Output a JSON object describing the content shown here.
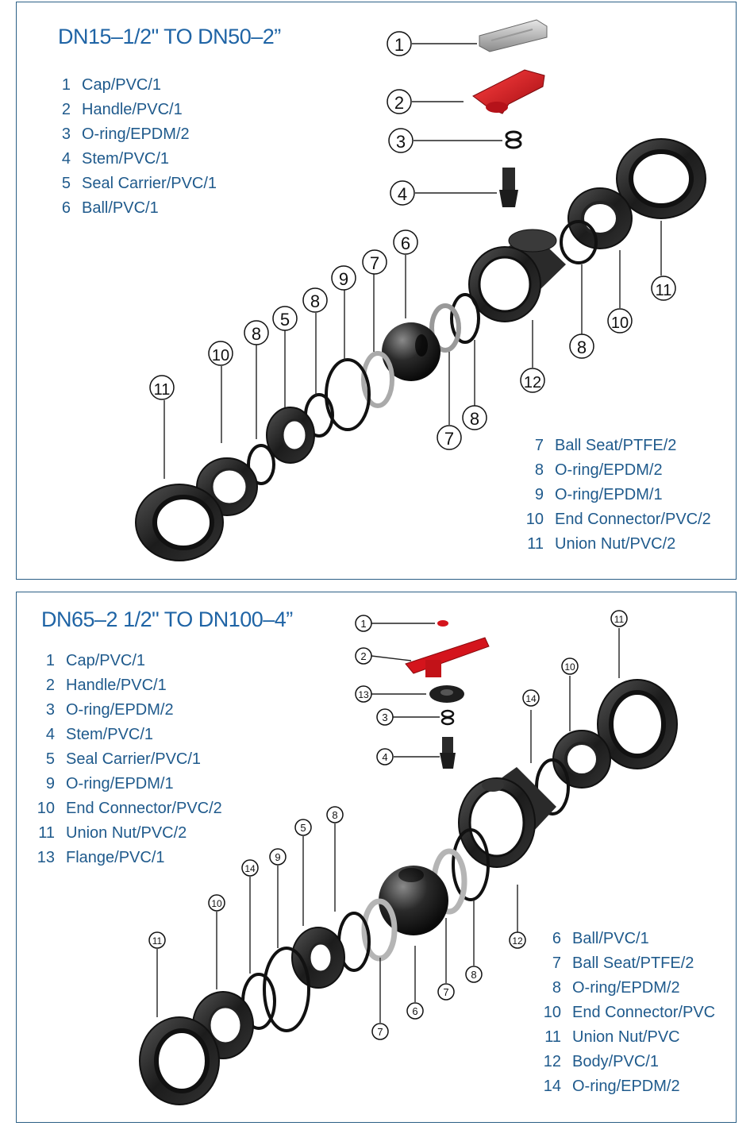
{
  "panel_small": {
    "title": "DN15–1/2\" TO DN50–2”",
    "parts_left": [
      {
        "num": "1",
        "label": "Cap/PVC/1"
      },
      {
        "num": "2",
        "label": "Handle/PVC/1"
      },
      {
        "num": "3",
        "label": "O-ring/EPDM/2"
      },
      {
        "num": "4",
        "label": "Stem/PVC/1"
      },
      {
        "num": "5",
        "label": "Seal Carrier/PVC/1"
      },
      {
        "num": "6",
        "label": "Ball/PVC/1"
      }
    ],
    "parts_right": [
      {
        "num": "7",
        "label": "Ball Seat/PTFE/2"
      },
      {
        "num": "8",
        "label": "O-ring/EPDM/2"
      },
      {
        "num": "9",
        "label": "O-ring/EPDM/1"
      },
      {
        "num": "10",
        "label": "End Connector/PVC/2"
      },
      {
        "num": "11",
        "label": "Union Nut/PVC/2"
      }
    ],
    "callouts": [
      "1",
      "2",
      "3",
      "4",
      "11",
      "10",
      "8",
      "5",
      "8",
      "9",
      "7",
      "6",
      "12",
      "7",
      "8",
      "8",
      "10",
      "11"
    ]
  },
  "panel_large": {
    "title": "DN65–2 1/2\" TO DN100–4”",
    "parts_left": [
      {
        "num": "1",
        "label": "Cap/PVC/1"
      },
      {
        "num": "2",
        "label": "Handle/PVC/1"
      },
      {
        "num": "3",
        "label": "O-ring/EPDM/2"
      },
      {
        "num": "4",
        "label": "Stem/PVC/1"
      },
      {
        "num": "5",
        "label": "Seal Carrier/PVC/1"
      },
      {
        "num": "9",
        "label": "O-ring/EPDM/1"
      },
      {
        "num": "10",
        "label": "End Connector/PVC/2"
      },
      {
        "num": "11",
        "label": "Union Nut/PVC/2"
      },
      {
        "num": "13",
        "label": "Flange/PVC/1"
      }
    ],
    "parts_right": [
      {
        "num": "6",
        "label": "Ball/PVC/1"
      },
      {
        "num": "7",
        "label": "Ball Seat/PTFE/2"
      },
      {
        "num": "8",
        "label": "O-ring/EPDM/2"
      },
      {
        "num": "10",
        "label": "End Connector/PVC"
      },
      {
        "num": "11",
        "label": "Union Nut/PVC"
      },
      {
        "num": "12",
        "label": "Body/PVC/1"
      },
      {
        "num": "14",
        "label": "O-ring/EPDM/2"
      }
    ],
    "callouts": [
      "1",
      "2",
      "13",
      "3",
      "4",
      "11",
      "10",
      "14",
      "9",
      "5",
      "8",
      "7",
      "6",
      "7",
      "8",
      "12",
      "14",
      "10",
      "11"
    ]
  },
  "colors": {
    "frame": "#2b5f86",
    "title": "#1f64a5",
    "list_text": "#1f5a8c",
    "handle_red": "#d4141c",
    "part_dark": "#1e1e1e"
  }
}
